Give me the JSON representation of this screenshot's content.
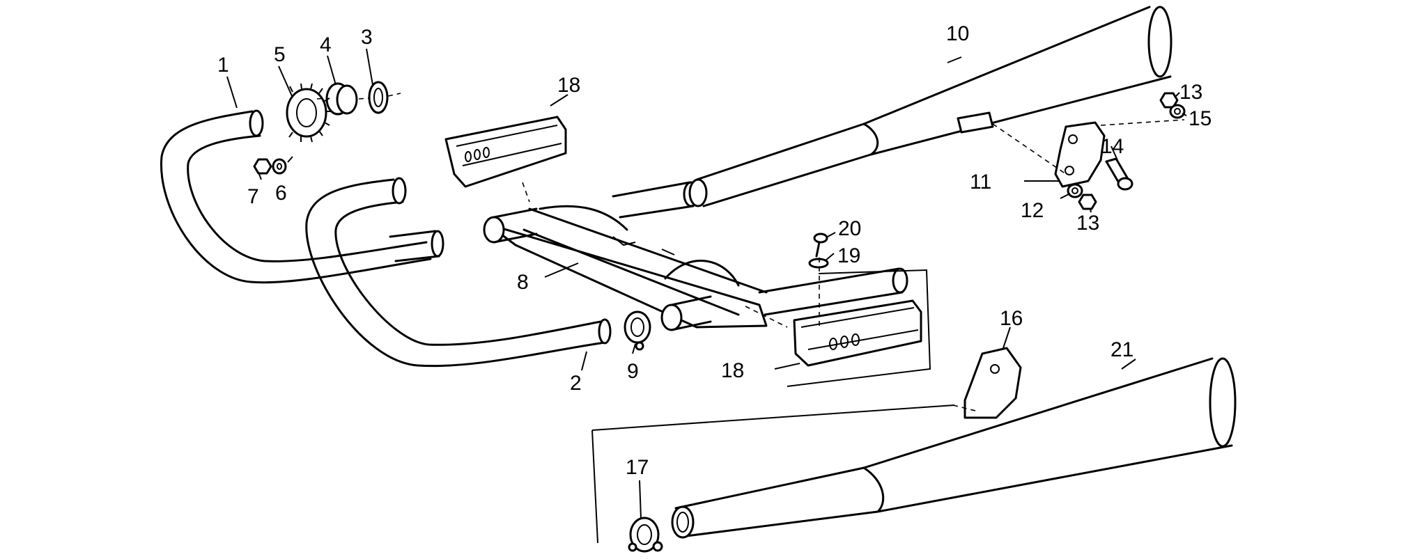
{
  "diagram": {
    "callouts": {
      "c1": "1",
      "c2": "2",
      "c3": "3",
      "c4": "4",
      "c5": "5",
      "c6": "6",
      "c7": "7",
      "c8": "8",
      "c9": "9",
      "c10": "10",
      "c11": "11",
      "c12": "12",
      "c13a": "13",
      "c13b": "13",
      "c14": "14",
      "c15": "15",
      "c16": "16",
      "c17": "17",
      "c18a": "18",
      "c18b": "18",
      "c19": "19",
      "c20": "20",
      "c21": "21"
    }
  }
}
